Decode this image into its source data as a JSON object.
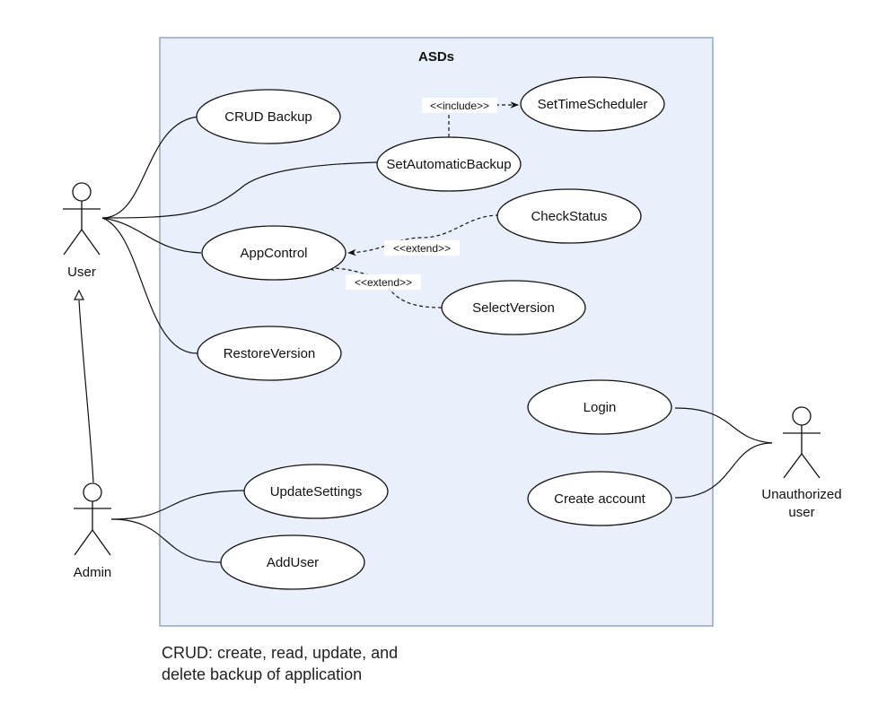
{
  "system": {
    "title": "ASDs"
  },
  "actors": {
    "user": "User",
    "admin": "Admin",
    "unauth_line1": "Unauthorized",
    "unauth_line2": "user"
  },
  "use_cases": {
    "crud_backup": "CRUD Backup",
    "set_automatic_backup": "SetAutomaticBackup",
    "set_time_scheduler": "SetTimeScheduler",
    "check_status": "CheckStatus",
    "app_control": "AppControl",
    "select_version": "SelectVersion",
    "restore_version": "RestoreVersion",
    "login": "Login",
    "create_account": "Create account",
    "update_settings": "UpdateSettings",
    "add_user": "AddUser"
  },
  "relations": {
    "include": "<<include>>",
    "extend": "<<extend>>"
  },
  "note": {
    "line1": "CRUD: create, read, update, and",
    "line2": "delete backup of application"
  }
}
